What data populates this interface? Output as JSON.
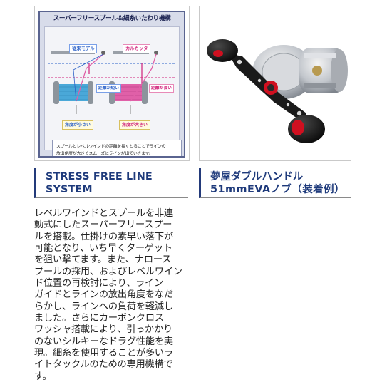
{
  "diagram": {
    "title": "スーパーフリースプール＆細糸いたわり機構",
    "label_conventional": "従来モデル",
    "label_calcutta": "カルカッタ",
    "label_distance_short": "距離が短い",
    "label_distance_long": "距離が長い",
    "label_angle_small": "角度が小さい",
    "label_angle_large": "角度が大きい",
    "note_lines": [
      "スプールとレベルワインドの距離を長くとることでラインの",
      "放出角度が大きくスムーズにラインが出ていきます。"
    ],
    "colors": {
      "conventional": "#4aa8d8",
      "calcutta": "#e060a8",
      "frame": "#5a6490"
    }
  },
  "photo": {
    "subject": "reel-with-double-handle",
    "colors": {
      "knob": "#151515",
      "accent": "#d01020",
      "body": "#c8ccd0"
    }
  },
  "left_heading": {
    "lines": [
      "STRESS FREE LINE",
      "SYSTEM"
    ]
  },
  "right_heading": {
    "lines": [
      "夢屋ダブルハンドル",
      "51mmEVAノブ（装着例）"
    ]
  },
  "body_text": {
    "lines": [
      "レベルワインドとスプールを非連",
      "動式にしたスーパーフリースプー",
      "ルを搭載。仕掛けの素早い落下が",
      "可能となり、いち早くターゲット",
      "を狙い撃てます。また、ナロース",
      "プールの採用、およびレベルワイン",
      "ド位置の再検討により、ライン",
      "ガイドとラインの放出角度をなだ",
      "らかし、ラインへの負荷を軽減し",
      "ました。さらにカーボンクロス",
      "ワッシャ搭載により、引っかかり",
      "のないシルキーなドラグ性能を実",
      "現。細糸を使用することが多いラ",
      "イトタックルのための専用機構で",
      "す。"
    ]
  }
}
